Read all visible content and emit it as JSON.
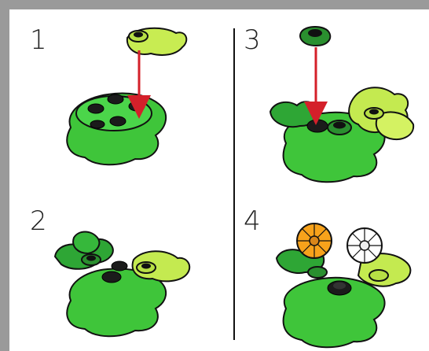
{
  "steps": [
    {
      "number": "1"
    },
    {
      "number": "2"
    },
    {
      "number": "3"
    },
    {
      "number": "4"
    }
  ],
  "colors": {
    "frame": "#9a9a9a",
    "panel": "#ffffff",
    "leaf_dark": "#2fb53a",
    "leaf_mid": "#4ccf3f",
    "lime": "#b6e04a",
    "lime_light": "#d7f36a",
    "stud_black": "#111111",
    "arrow": "#d4202a",
    "flower_orange": "#f7a21b",
    "flower_white": "#ffffff"
  },
  "icons": [
    "arrow-down-icon",
    "flower-plate-icon",
    "leaf-plate-icon"
  ]
}
